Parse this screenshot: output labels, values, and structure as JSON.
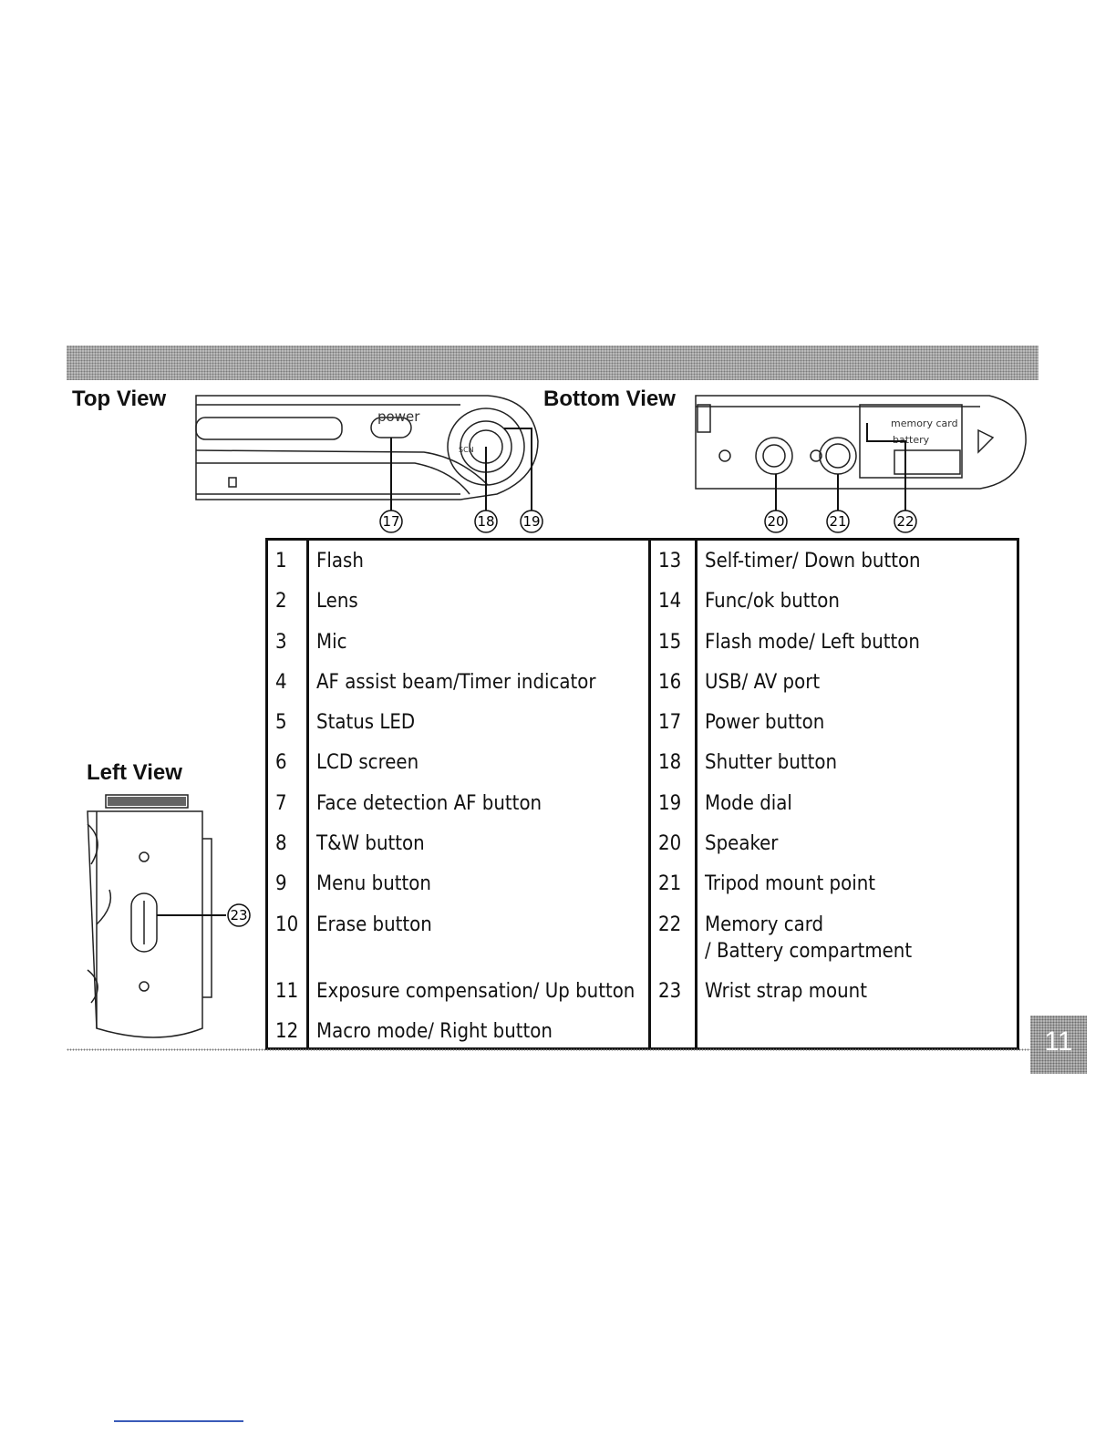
{
  "views": {
    "top": "Top View",
    "bottom": "Bottom View",
    "left": "Left View"
  },
  "diagram_text": {
    "power": "power",
    "memory_card": "memory card",
    "battery": "battery",
    "scn": "SCN"
  },
  "callouts": {
    "c17": "17",
    "c18": "18",
    "c19": "19",
    "c20": "20",
    "c21": "21",
    "c22": "22",
    "c23": "23"
  },
  "parts_left": [
    {
      "num": "1",
      "label": "Flash"
    },
    {
      "num": "2",
      "label": "Lens"
    },
    {
      "num": "3",
      "label": "Mic"
    },
    {
      "num": "4",
      "label": "AF assist beam/Timer indicator"
    },
    {
      "num": "5",
      "label": "Status LED"
    },
    {
      "num": "6",
      "label": "LCD screen"
    },
    {
      "num": "7",
      "label": "Face detection AF button"
    },
    {
      "num": "8",
      "label": "T&W button"
    },
    {
      "num": "9",
      "label": "Menu button"
    },
    {
      "num": "10",
      "label": "Erase button"
    },
    {
      "num": "11",
      "label": "Exposure compensation/ Up button"
    },
    {
      "num": "12",
      "label": "Macro mode/ Right button"
    }
  ],
  "parts_right": [
    {
      "num": "13",
      "label": "Self-timer/ Down button"
    },
    {
      "num": "14",
      "label": "Func/ok button"
    },
    {
      "num": "15",
      "label": "Flash mode/ Left button"
    },
    {
      "num": "16",
      "label": "USB/ AV port"
    },
    {
      "num": "17",
      "label": "Power button"
    },
    {
      "num": "18",
      "label": "Shutter button"
    },
    {
      "num": "19",
      "label": "Mode dial"
    },
    {
      "num": "20",
      "label": "Speaker"
    },
    {
      "num": "21",
      "label": "Tripod mount point"
    },
    {
      "num": "22",
      "label": "Memory card",
      "label2": "/ Battery compartment"
    },
    {
      "num": "23",
      "label": "Wrist strap mount"
    }
  ],
  "page_number": "11"
}
